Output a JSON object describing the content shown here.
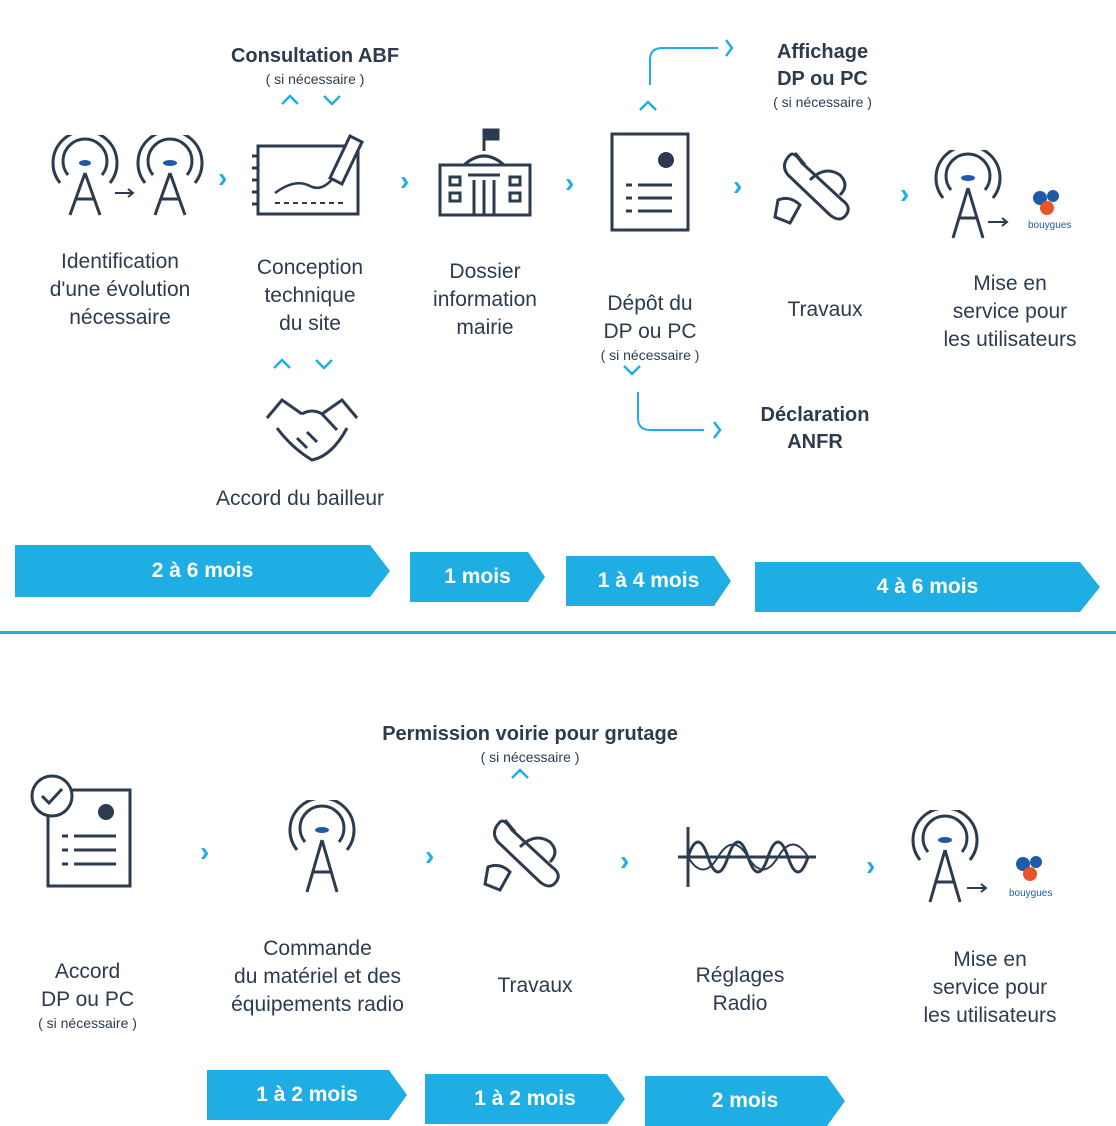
{
  "colors": {
    "accent": "#1eaee3",
    "text": "#2d3b4f",
    "bouygues_blue": "#1e5aa8",
    "bouygues_orange": "#e8542a"
  },
  "top": {
    "consultation_abf": {
      "title": "Consultation ABF",
      "note": "( si nécessaire )"
    },
    "affichage": {
      "title": "Affichage\nDP ou PC",
      "note": "( si nécessaire )"
    },
    "declaration": {
      "title": "Déclaration\nANFR"
    },
    "steps": [
      {
        "label": "Identification\nd'une évolution\nnécessaire",
        "icon": "antenna-upgrade-icon"
      },
      {
        "label": "Conception\ntechnique\ndu site",
        "icon": "design-drawing-icon"
      },
      {
        "label": "Dossier\ninformation\nmairie",
        "icon": "town-hall-icon"
      },
      {
        "label": "Dépôt du\nDP ou PC",
        "note": "( si nécessaire )",
        "icon": "document-icon"
      },
      {
        "label": "Travaux",
        "icon": "wrench-hand-icon"
      },
      {
        "label": "Mise en\nservice pour\nles utilisateurs",
        "icon": "antenna-bouygues-icon"
      }
    ],
    "accord_bailleur": {
      "label": "Accord du bailleur",
      "icon": "handshake-icon"
    },
    "durations": [
      "2 à 6 mois",
      "1 mois",
      "1 à 4 mois",
      "4 à 6 mois"
    ]
  },
  "bottom": {
    "permission": {
      "title": "Permission voirie pour grutage",
      "note": "( si nécessaire )"
    },
    "steps": [
      {
        "label": "Accord\nDP ou PC",
        "note": "( si nécessaire )",
        "icon": "approved-document-icon"
      },
      {
        "label": "Commande\ndu matériel et des\néquipements radio",
        "icon": "antenna-icon"
      },
      {
        "label": "Travaux",
        "icon": "wrench-hand-icon"
      },
      {
        "label": "Réglages\nRadio",
        "icon": "radio-wave-icon"
      },
      {
        "label": "Mise en\nservice pour\nles utilisateurs",
        "icon": "antenna-bouygues-icon"
      }
    ],
    "durations": [
      "1 à 2 mois",
      "1 à 2 mois",
      "2 mois"
    ]
  },
  "logo_text": "bouygues"
}
